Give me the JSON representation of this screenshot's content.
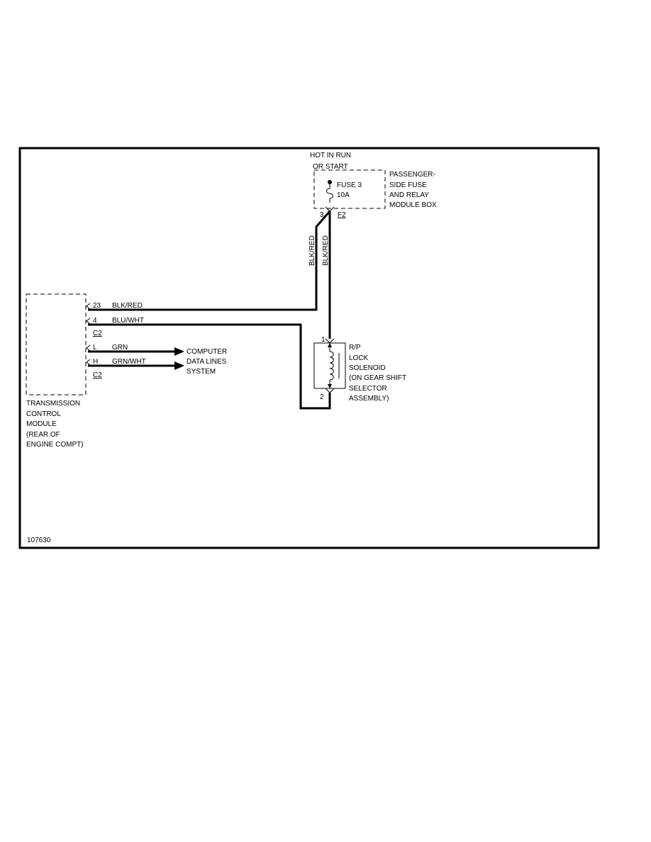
{
  "figure_id": "107630",
  "power_source": {
    "label_lines": [
      "HOT IN RUN",
      "OR START"
    ]
  },
  "fuse_box": {
    "name_lines": [
      "PASSENGER-",
      "SIDE FUSE",
      "AND RELAY",
      "MODULE BOX"
    ],
    "fuse_lines": [
      "FUSE 3",
      "10A"
    ],
    "pin": "3",
    "connector": "F2"
  },
  "wires": {
    "vertical_left": "BLK/RED",
    "vertical_right": "BLK/RED"
  },
  "tcm": {
    "name_lines": [
      "TRANSMISSION",
      "CONTROL",
      "MODULE",
      "(REAR OF",
      "ENGINE COMPT)"
    ],
    "pins": [
      {
        "pin": "23",
        "wire": "BLK/RED"
      },
      {
        "pin": "4",
        "wire": "BLU/WHT"
      },
      {
        "pin": "L",
        "wire": "GRN"
      },
      {
        "pin": "H",
        "wire": "GRN/WHT"
      }
    ],
    "connector_labels": [
      "C2",
      "C2"
    ]
  },
  "data_lines": {
    "label_lines": [
      "COMPUTER",
      "DATA LINES",
      "SYSTEM"
    ]
  },
  "solenoid": {
    "name_lines": [
      "R/P",
      "LOCK",
      "SOLENOID",
      "(ON GEAR SHIFT",
      "SELECTOR",
      "ASSEMBLY)"
    ],
    "pin_top": "1",
    "pin_bottom": "2"
  }
}
